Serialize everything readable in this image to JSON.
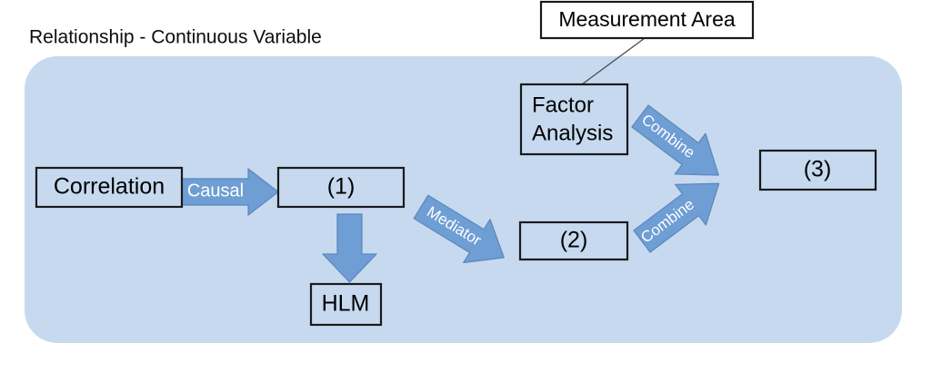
{
  "title": "Relationship - Continuous Variable",
  "panel": {
    "name": "relationship-panel",
    "color": "#c6d9ef"
  },
  "colors": {
    "panel_fill": "#c6d9ef",
    "arrow_fill": "#6f9ed4",
    "arrow_stroke": "#5b87bd",
    "box_stroke": "#1a1a1a",
    "box_fill": "#c6d9ef",
    "callout_fill": "#ffffff",
    "text": "#000000",
    "arrow_text": "#ffffff"
  },
  "nodes": {
    "correlation": {
      "label": "Correlation"
    },
    "step_one": {
      "label": "(1)"
    },
    "hlm": {
      "label": "HLM"
    },
    "mediator_target": {
      "label": "(2)"
    },
    "factor_analysis_line1": {
      "label": "Factor"
    },
    "factor_analysis_line2": {
      "label": "Analysis"
    },
    "combined": {
      "label": "(3)"
    },
    "measurement_area": {
      "label": "Measurement Area"
    }
  },
  "arrows": {
    "causal": {
      "label": "Causal"
    },
    "to_hlm": {
      "label": ""
    },
    "mediator": {
      "label": "Mediator"
    },
    "combine_upper": {
      "label": "Combine"
    },
    "combine_lower": {
      "label": "Combine"
    }
  }
}
